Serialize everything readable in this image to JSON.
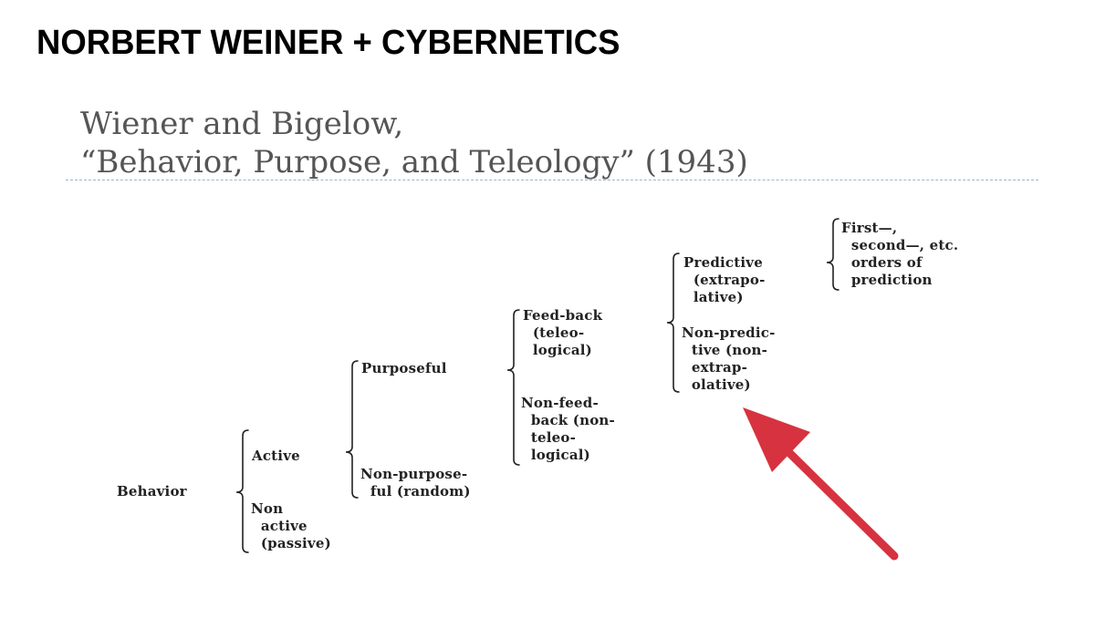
{
  "slide": {
    "title": "NORBERT WEINER + CYBERNETICS"
  },
  "paper": {
    "title_line1": "Wiener and Bigelow,",
    "title_line2": "“Behavior, Purpose, and Teleology” (1943)"
  },
  "tree": {
    "root": "Behavior",
    "active": "Active",
    "non_active": "Non\n  active\n  (passive)",
    "purposeful": "Purposeful",
    "non_purposeful": "Non-purpose-\n  ful (random)",
    "feedback": "Feed-back\n  (teleo-\n  logical)",
    "non_feedback": "Non-feed-\n  back (non-\n  teleo-\n  logical)",
    "predictive": "Predictive\n  (extrapo-\n  lative)",
    "non_predictive": "Non-predic-\n  tive (non-\n  extrap-\n  olative)",
    "orders": "First—,\n  second—, etc.\n  orders of\n  prediction"
  },
  "annotation": {
    "arrow_color": "#d7323f"
  }
}
